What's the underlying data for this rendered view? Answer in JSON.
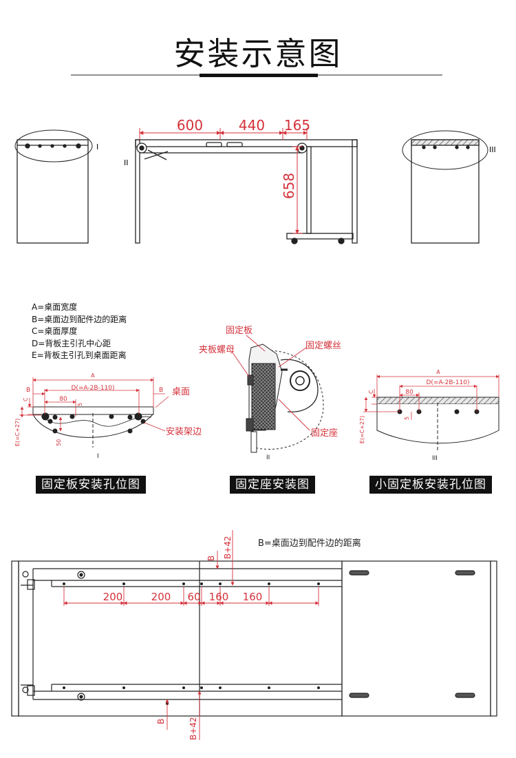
{
  "title": "安装示意图",
  "top": {
    "dims": [
      "600",
      "440",
      "165"
    ],
    "height": "658",
    "view_labels": [
      "I",
      "II",
      "III"
    ]
  },
  "legend": [
    "A=桌面宽度",
    "B=桌面边到配件边的距离",
    "C=桌面厚度",
    "D=背板主引孔中心距",
    "E=背板主引孔到桌面距离"
  ],
  "detail1": {
    "A": "A",
    "D": "D(=A-2B-110)",
    "B": "B",
    "C": "C",
    "d80": "80",
    "d5": "5",
    "d50": "50",
    "E": "E(=C+27)",
    "label_top": "桌面",
    "label_edge": "安装架边",
    "roman": "I"
  },
  "detail2": {
    "plate": "固定板",
    "nut": "夹板螺母",
    "screw": "固定螺丝",
    "base": "固定座",
    "roman": "II"
  },
  "detail3": {
    "A": "A",
    "D": "D(=A-2B-110)",
    "C": "C",
    "d80": "80",
    "d5": "5",
    "E": "E(=C+27)",
    "roman": "III"
  },
  "badges": [
    "固定板安装孔位图",
    "固定座安装图",
    "小固定板安装孔位图"
  ],
  "bottom": {
    "note": "B=桌面边到配件边的距离",
    "dims": [
      "200",
      "200",
      "60",
      "160",
      "160"
    ],
    "B": "B",
    "B42": "B+42"
  },
  "colors": {
    "dim": "#d4313a",
    "line": "#222222"
  }
}
